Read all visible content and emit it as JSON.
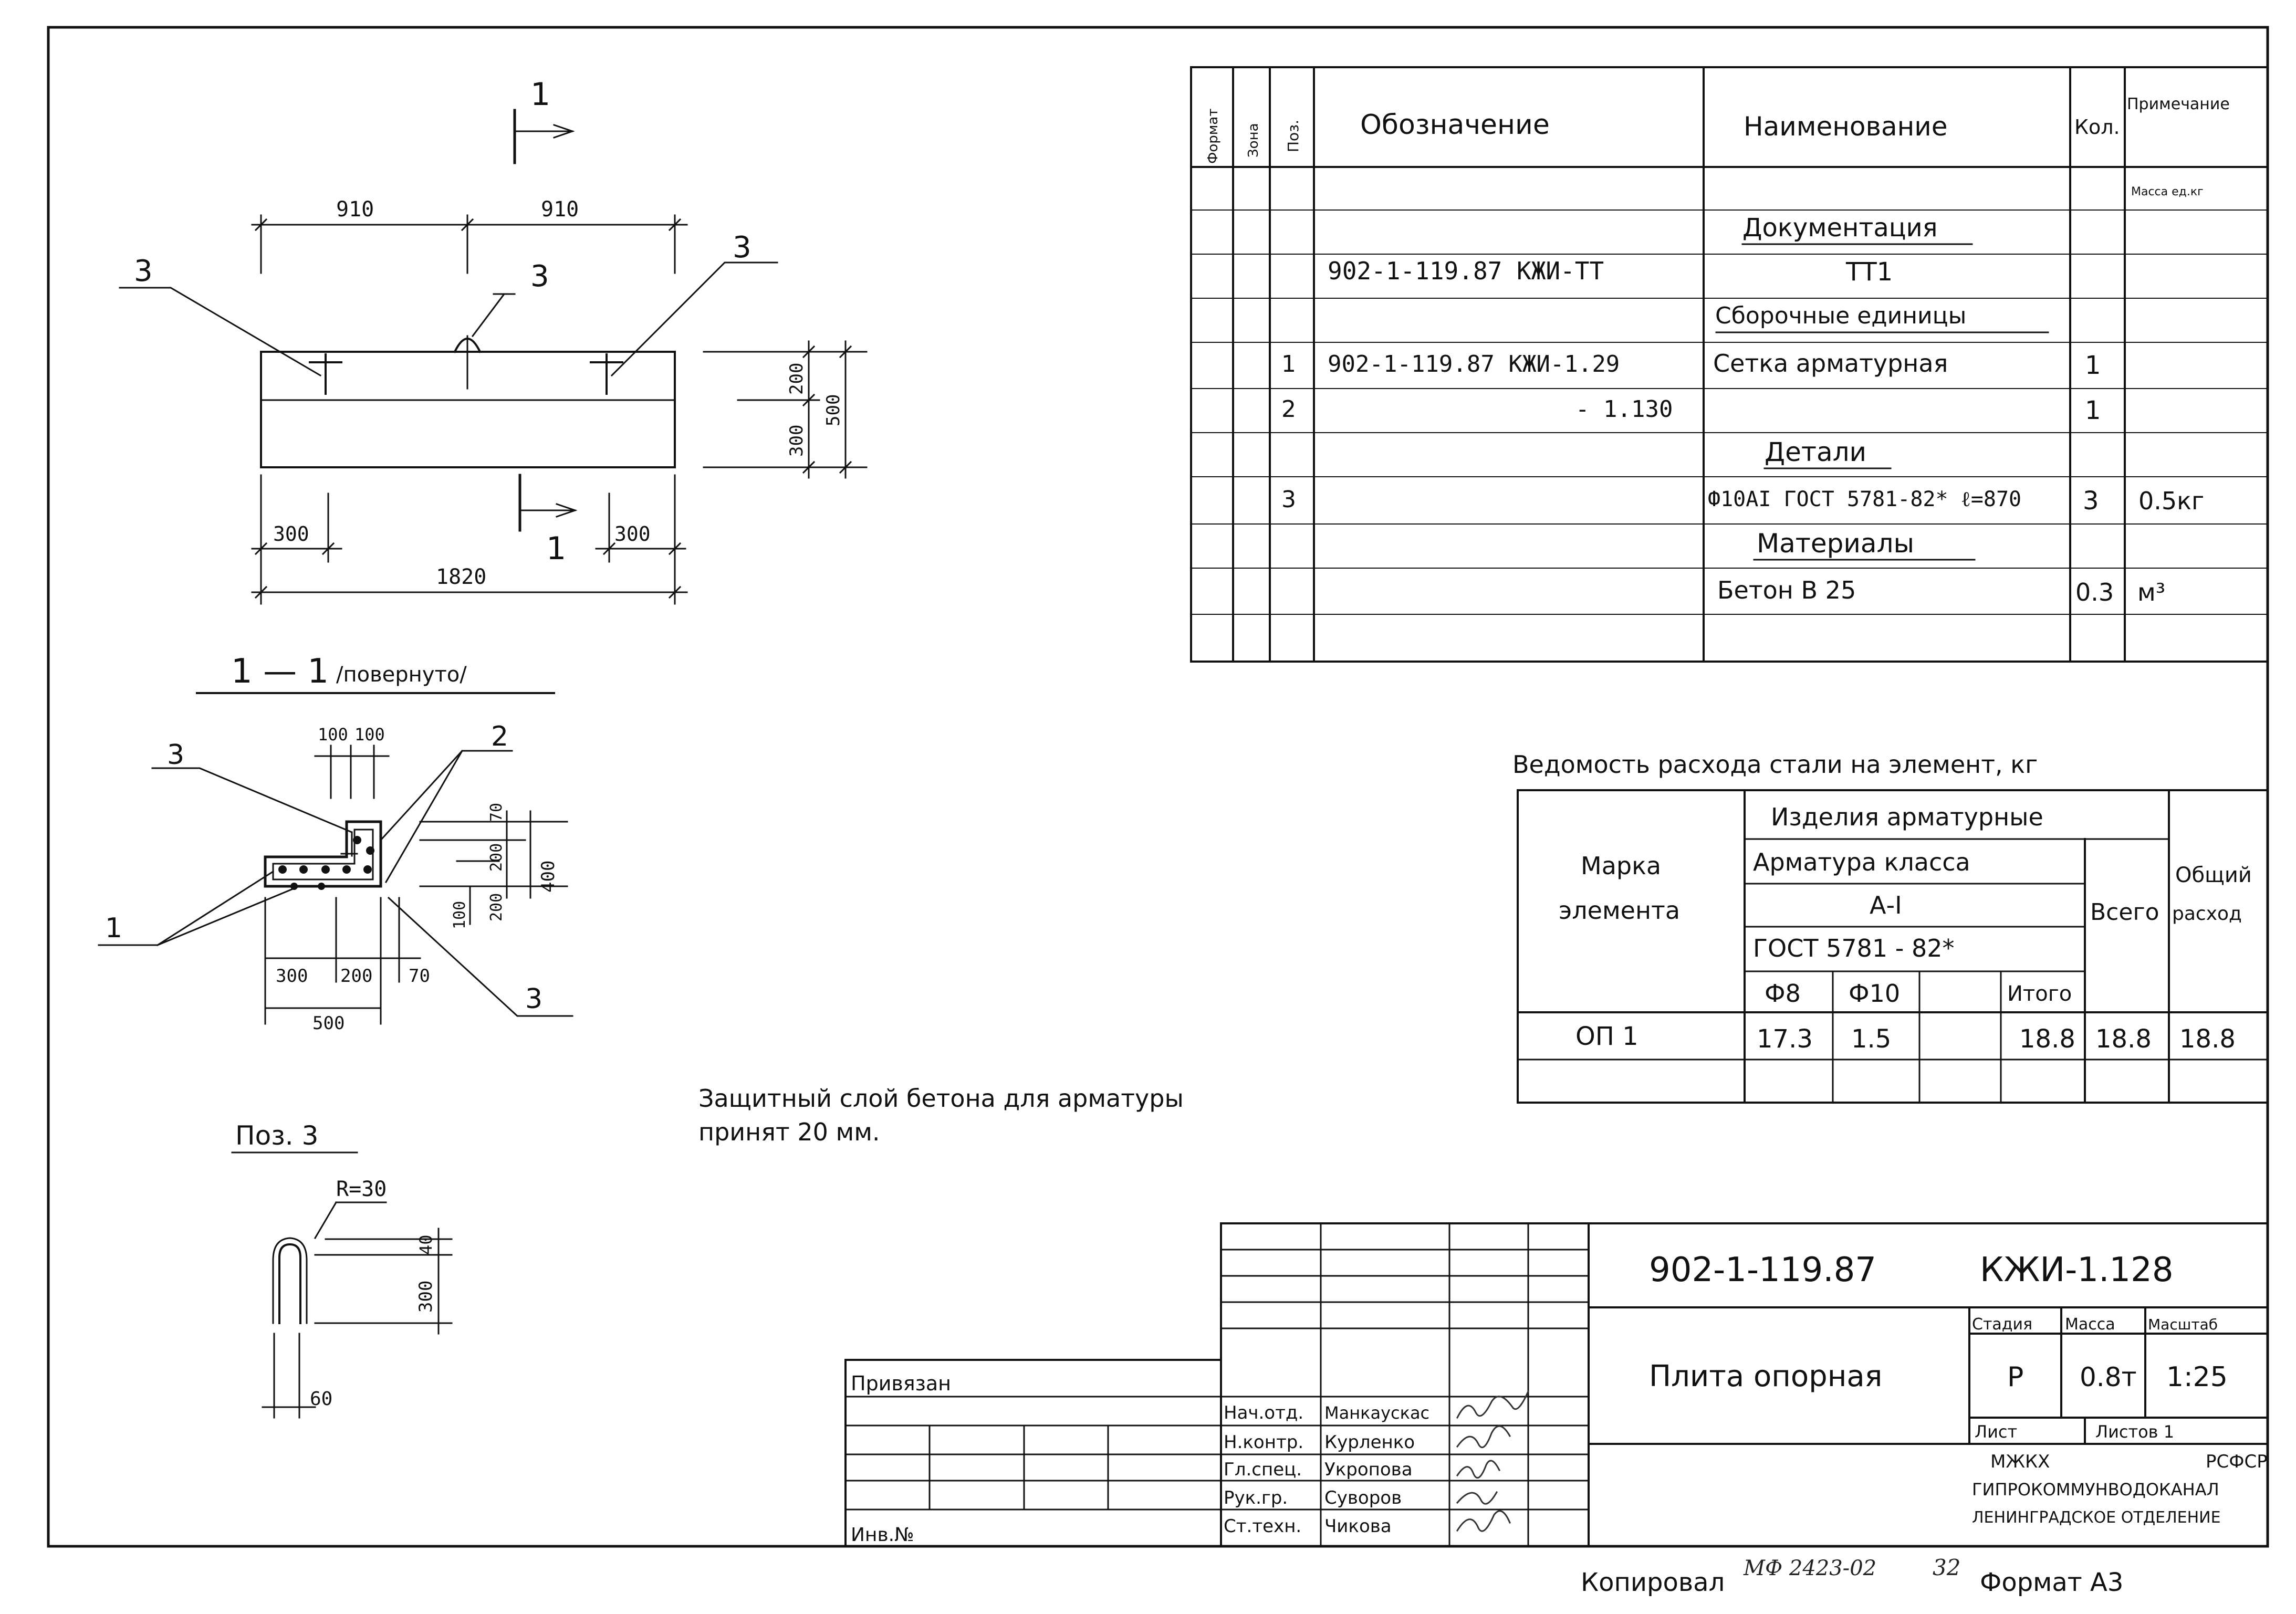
{
  "document": {
    "designation": "902-1-119.87",
    "mark": "КЖИ-1.128",
    "title": "Плита опорная",
    "stage_label": "Стадия",
    "stage": "Р",
    "mass_label": "Масса",
    "mass": "0.8т",
    "scale_label": "Масштаб",
    "scale": "1:25",
    "sheet_label": "Лист",
    "sheets_label": "Листов 1",
    "org_line1": "МЖКХ",
    "org_line1b": "РСФСР",
    "org_line2": "ГИПРОКОММУНВОДОКАНАЛ",
    "org_line3": "ЛЕНИНГРАДСКОЕ ОТДЕЛЕНИЕ",
    "footer": {
      "copied": "Копировал",
      "number": "МФ 2423-02",
      "sheet_no": "32",
      "format": "Формат А3"
    }
  },
  "spec_table": {
    "headers": {
      "format": "Формат",
      "zone": "Зона",
      "pos": "Поз.",
      "designation": "Обозначение",
      "name": "Наименование",
      "qty": "Кол.",
      "note": "Примечание",
      "mass_unit": "Масса ед.кг"
    },
    "rows": [
      {
        "pos": "",
        "designation": "",
        "name": "Документация",
        "qty": "",
        "note": ""
      },
      {
        "pos": "",
        "designation": "902-1-119.87 КЖИ-ТТ",
        "name": "ТТ1",
        "qty": "",
        "note": ""
      },
      {
        "pos": "",
        "designation": "",
        "name": "Сборочные единицы",
        "qty": "",
        "note": ""
      },
      {
        "pos": "1",
        "designation": "902-1-119.87 КЖИ-1.29",
        "name": "Сетка арматурная",
        "qty": "1",
        "note": ""
      },
      {
        "pos": "2",
        "designation": "- 1.130",
        "name": "",
        "qty": "1",
        "note": ""
      },
      {
        "pos": "",
        "designation": "",
        "name": "Детали",
        "qty": "",
        "note": ""
      },
      {
        "pos": "3",
        "designation": "",
        "name": "Ф10АI ГОСТ 5781-82* ℓ=870",
        "qty": "3",
        "note": "0.5кг"
      },
      {
        "pos": "",
        "designation": "",
        "name": "Материалы",
        "qty": "",
        "note": ""
      },
      {
        "pos": "",
        "designation": "",
        "name": "Бетон В 25",
        "qty": "0.3",
        "note": "м³"
      }
    ]
  },
  "steel_table": {
    "title": "Ведомость расхода стали на элемент, кг",
    "h_element": "Марка элемента",
    "h_products": "Изделия арматурные",
    "h_class": "Арматура класса",
    "h_class_value": "А-I",
    "h_gost": "ГОСТ 5781 - 82*",
    "h_d8": "Ф8",
    "h_d10": "Ф10",
    "h_total": "Итого",
    "h_all": "Всего",
    "h_general": "Общий расход",
    "row": {
      "element": "ОП 1",
      "d8": "17.3",
      "d10": "1.5",
      "total": "18.8",
      "all": "18.8",
      "general": "18.8"
    }
  },
  "note": {
    "line1": "Защитный слой бетона для арматуры",
    "line2": "принят 20 мм."
  },
  "stamp": {
    "bound": "Привязан",
    "inv": "Инв.№",
    "roles": [
      "Нач.отд.",
      "Н.контр.",
      "Гл.спец.",
      "Рук.гр.",
      "Ст.техн."
    ],
    "names": [
      "Манкаускас",
      "Курленко",
      "Укропова",
      "Суворов",
      "Чикова"
    ]
  },
  "drawing": {
    "section_mark": "1",
    "dims": {
      "half1": "910",
      "half2": "910",
      "total": "1820",
      "edge_l": "300",
      "edge_r": "300",
      "h200": "200",
      "h300": "300",
      "h500": "500"
    },
    "callouts": {
      "left": "3",
      "mid": "3",
      "right": "3"
    },
    "section_title": "1 — 1",
    "section_sub": "/повернуто/",
    "sec_dims": {
      "top1": "100",
      "top2": "100",
      "r70": "70",
      "r200a": "200",
      "r200b": "200",
      "r100": "100",
      "r400": "400",
      "b300": "300",
      "b200": "200",
      "b70": "70",
      "b500": "500"
    },
    "sec_callouts": {
      "c3a": "3",
      "c2": "2",
      "c1": "1",
      "c3b": "3"
    },
    "pos3_title": "Поз. 3",
    "pos3_dims": {
      "radius": "R=30",
      "d40": "40",
      "d300": "300",
      "d60": "60"
    }
  }
}
